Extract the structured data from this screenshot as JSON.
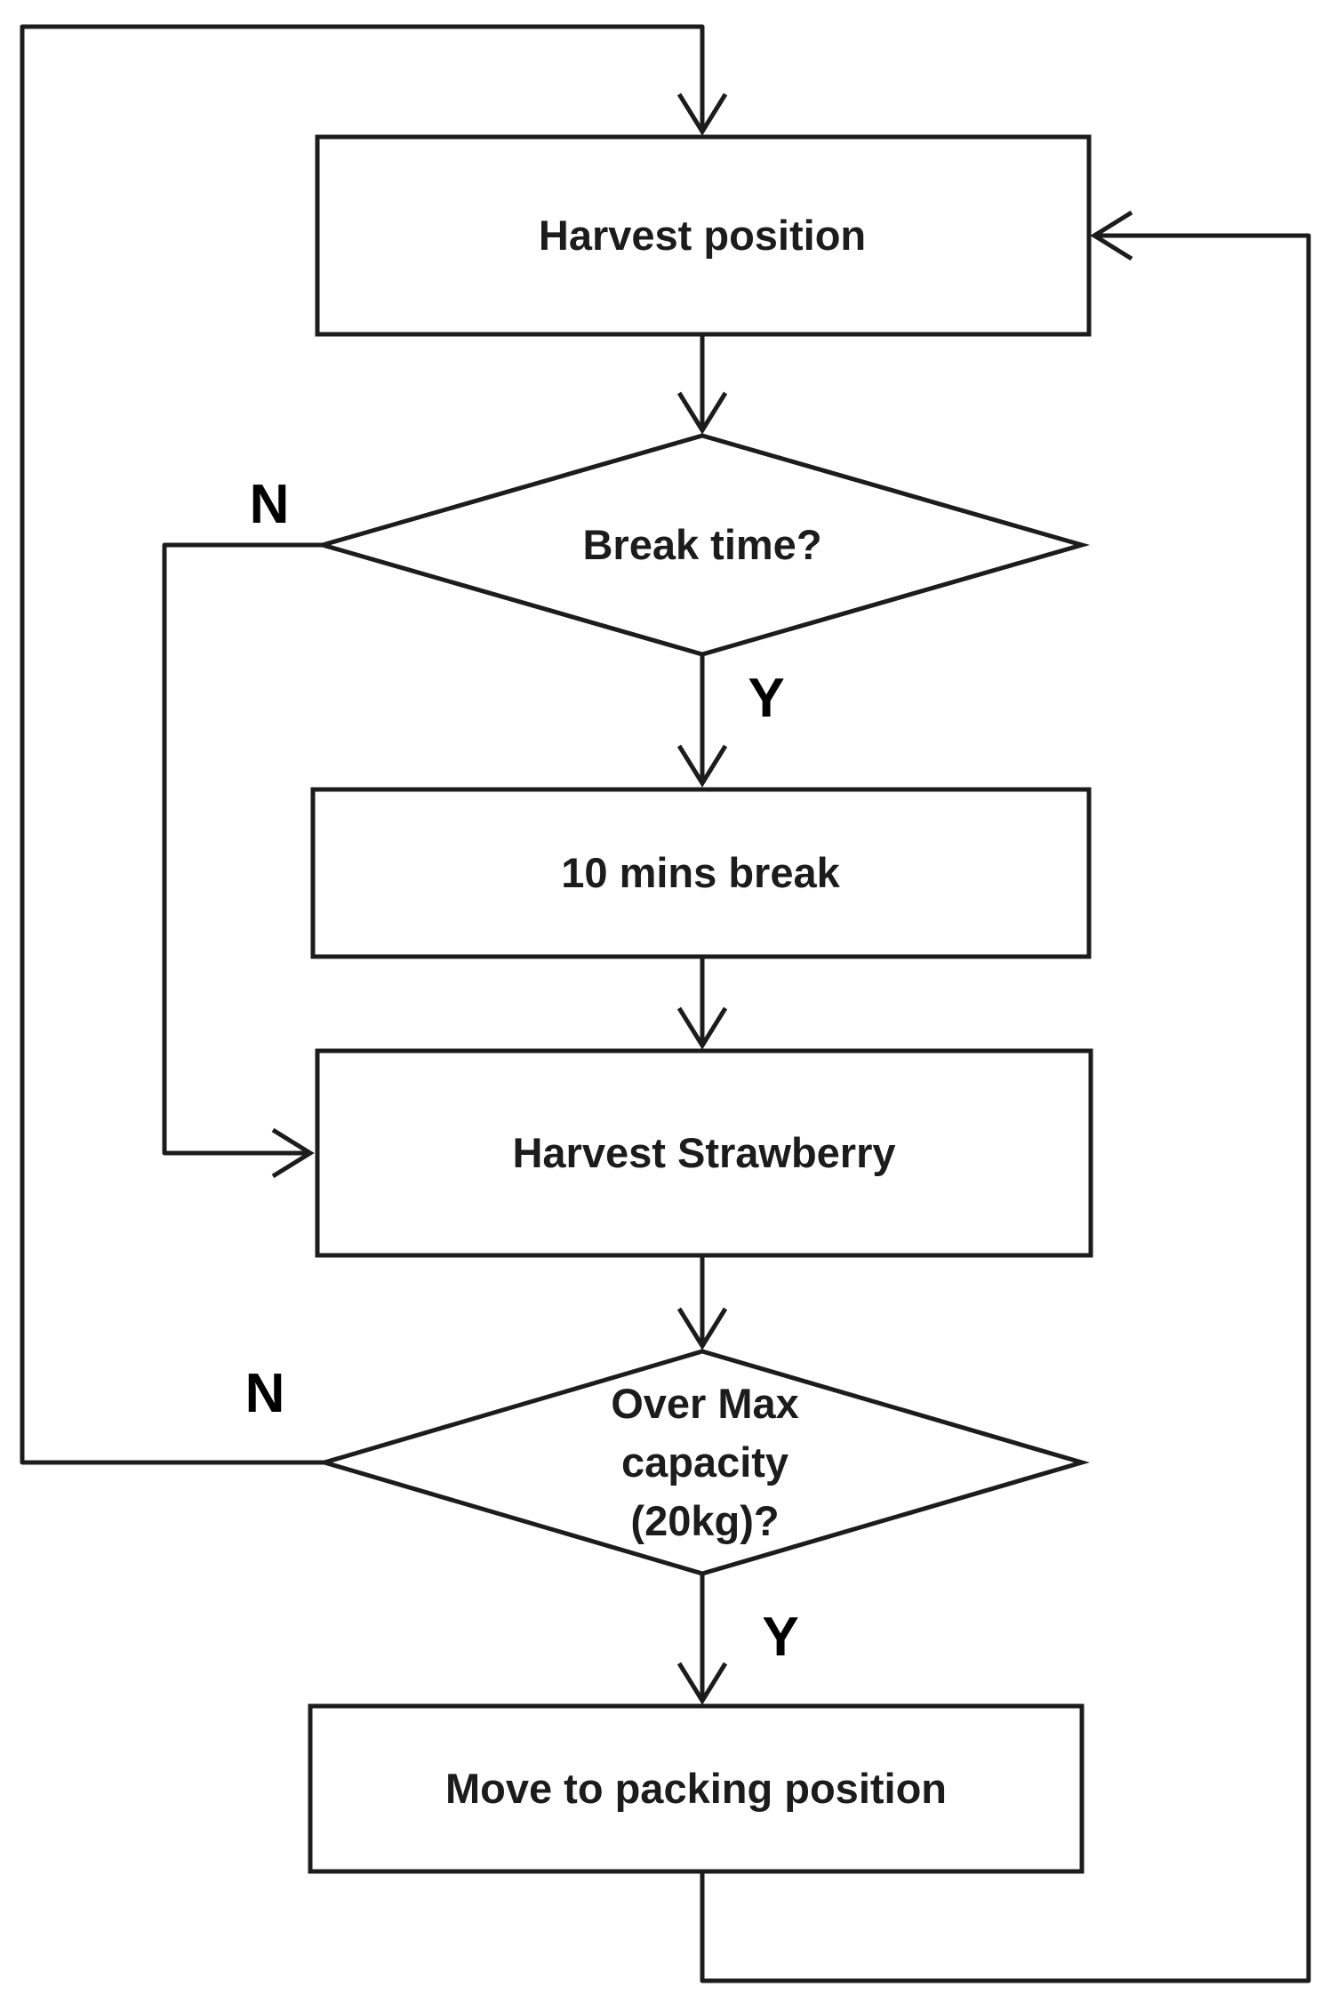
{
  "diagram": {
    "kind": "flowchart",
    "background_color": "#ffffff",
    "stroke_color": "#1c1c1c",
    "nodes": {
      "harvest_position": {
        "shape": "process",
        "label": "Harvest position"
      },
      "break_time": {
        "shape": "decision",
        "label": "Break time?"
      },
      "ten_mins_break": {
        "shape": "process",
        "label": "10 mins break"
      },
      "harvest_strawberry": {
        "shape": "process",
        "label": "Harvest Strawberry"
      },
      "over_max_capacity": {
        "shape": "decision",
        "label": "Over Max capacity (20kg)?",
        "lines": [
          "Over Max",
          "capacity",
          "(20kg)?"
        ]
      },
      "move_to_packing": {
        "shape": "process",
        "label": "Move to packing position"
      }
    },
    "edges": [
      {
        "from": "harvest_position",
        "to": "break_time",
        "label": ""
      },
      {
        "from": "break_time",
        "to": "ten_mins_break",
        "label": "Y"
      },
      {
        "from": "break_time",
        "to": "harvest_strawberry",
        "label": "N"
      },
      {
        "from": "ten_mins_break",
        "to": "harvest_strawberry",
        "label": ""
      },
      {
        "from": "harvest_strawberry",
        "to": "over_max_capacity",
        "label": ""
      },
      {
        "from": "over_max_capacity",
        "to": "move_to_packing",
        "label": "Y"
      },
      {
        "from": "over_max_capacity",
        "to": "harvest_position",
        "label": "N"
      },
      {
        "from": "move_to_packing",
        "to": "harvest_position",
        "label": ""
      }
    ]
  }
}
